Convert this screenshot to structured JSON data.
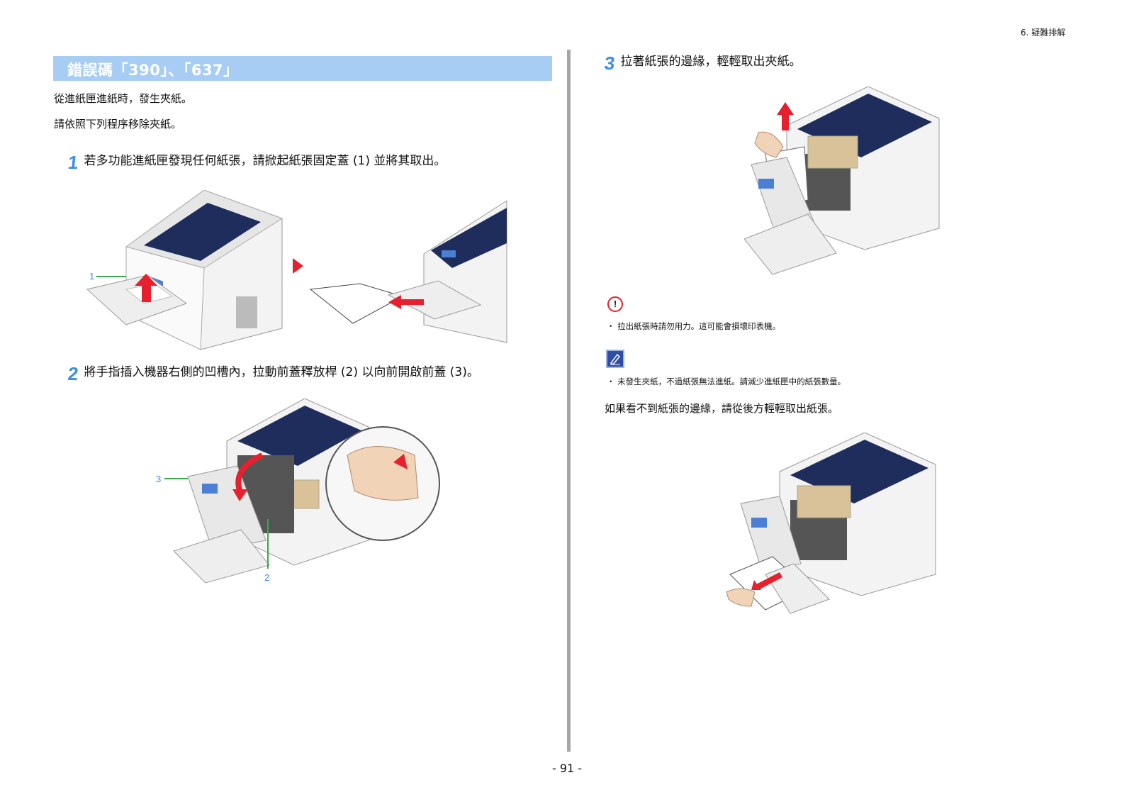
{
  "header": {
    "section": "6. 疑難排解"
  },
  "title": "錯誤碼「390」、「637」",
  "intro": [
    "從進紙匣進紙時，發生夾紙。",
    "請依照下列程序移除夾紙。"
  ],
  "steps": [
    {
      "num": "1",
      "text": "若多功能進紙匣發現任何紙張，請掀起紙張固定蓋 (1) 並將其取出。"
    },
    {
      "num": "2",
      "text": "將手指插入機器右側的凹槽內，拉動前蓋釋放桿 (2) 以向前開啟前蓋 (3)。"
    },
    {
      "num": "3",
      "text": "拉著紙張的邊緣，輕輕取出夾紙。"
    }
  ],
  "callouts": {
    "fig1": "1",
    "fig2_cover": "3",
    "fig2_lever": "2"
  },
  "caution": {
    "icon": "caution-icon",
    "text": "・ 拉出紙張時請勿用力。這可能會損壞印表機。"
  },
  "memo": {
    "icon": "memo-icon",
    "text": "・ 未發生夾紙，不過紙張無法進紙。請減少進紙匣中的紙張數量。"
  },
  "rear_instruction": "如果看不到紙張的邊緣，請從後方輕輕取出紙張。",
  "page_number": "- 91 -",
  "colors": {
    "title_bar": "#a8cdf5",
    "step_number": "#3b8de6",
    "arrow_red": "#e6202c",
    "callout_green": "#39a84a",
    "printer_navy": "#1f2d5c"
  }
}
